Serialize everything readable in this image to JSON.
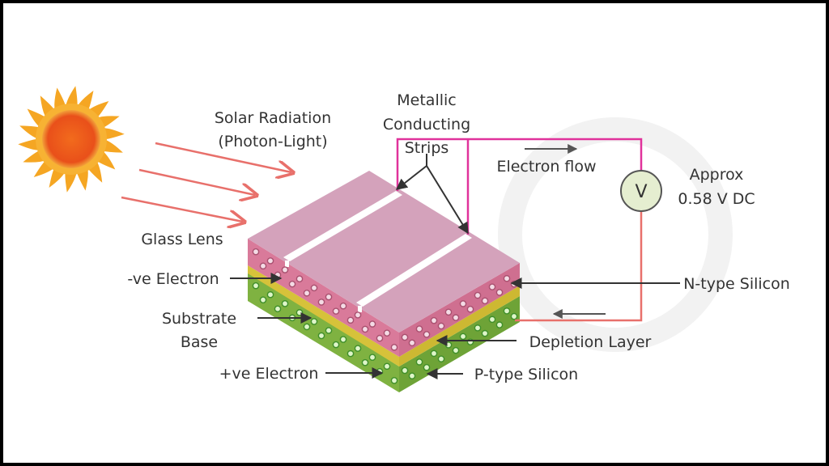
{
  "labels": {
    "solar_radiation_line1": "Solar Radiation",
    "solar_radiation_line2": "(Photon-Light)",
    "metallic_line1": "Metallic",
    "metallic_line2": "Conducting",
    "metallic_line3": "Strips",
    "electron_flow": "Electron flow",
    "approx_line1": "Approx",
    "approx_line2": "0.58 V DC",
    "voltmeter_symbol": "V",
    "glass_lens": "Glass Lens",
    "neg_electron": "-ve Electron",
    "n_type": "N-type Silicon",
    "substrate_line1": "Substrate",
    "substrate_line2": "Base",
    "depletion": "Depletion Layer",
    "pos_electron": "+ve Electron",
    "p_type": "P-type Silicon"
  },
  "colors": {
    "frame": "#000000",
    "sun_outer": "#f5a623",
    "sun_inner": "#f26b1d",
    "ray": "#e8706b",
    "wire": "#e0329b",
    "wire_return": "#e8706b",
    "glass_top": "#d4a2bb",
    "n_layer": "#d97a9a",
    "depletion": "#d6c23a",
    "p_layer": "#7fb241",
    "voltmeter_fill": "#e5eed0",
    "text": "#333333",
    "arrow": "#333333"
  },
  "icons": {
    "sun": "sun-icon",
    "voltmeter": "voltmeter-icon"
  }
}
